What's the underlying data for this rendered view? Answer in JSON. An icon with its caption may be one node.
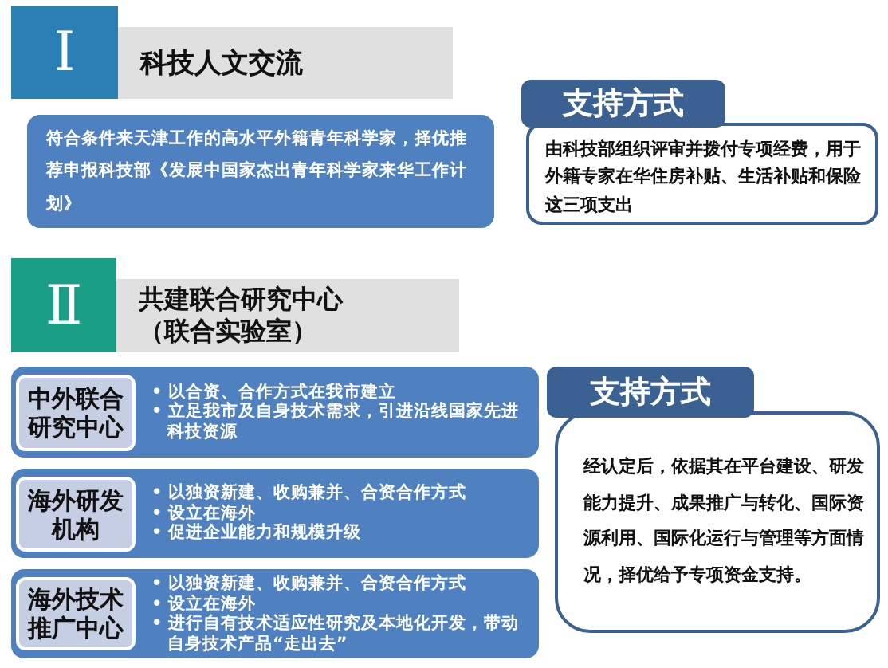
{
  "diagram": {
    "nodes": [
      {
        "text": [
          "Ⅰ"
        ]
      },
      {
        "text": [
          "科技人文交流"
        ]
      },
      {
        "text": [
          "符合条件来天津工作的高水平外籍青年科学家，择优推荐申报科技部《发展中国家杰出青年科学家来华工作计划》"
        ]
      },
      {
        "text": [
          "支持方式"
        ]
      },
      {
        "text": [
          "由科技部组织评审并拨付专项经费，用于外籍专家在华住房补贴、生活补贴和保险这三项支出"
        ]
      },
      {
        "text": [
          "Ⅱ"
        ]
      },
      {
        "text": [
          "共建联合研究中心（联合实验室）"
        ]
      },
      {
        "text": [
          "• 以合资、合作方式在我市建立",
          "• 立足我市及自身技术需求，引进沿线国家先进科技资源"
        ]
      },
      {
        "text": [
          "中外联合研究中心"
        ],
        "in": 7
      },
      {
        "text": [
          "• 以独资新建、收购兼并、合资合作方式",
          "• 设立在海外",
          "• 促进企业能力和规模升级"
        ]
      },
      {
        "text": [
          "海外研发机构"
        ],
        "in": 9
      },
      {
        "text": [
          "• 以独资新建、收购兼并、合资合作方式",
          "• 设立在海外",
          "• 进行自有技术适应性研究及本地化开发，带动自身技术产品“走出去”"
        ]
      },
      {
        "text": [
          "海外技术推广中心"
        ],
        "in": 11
      },
      {
        "text": [
          "支持方式"
        ]
      },
      {
        "text": [
          "经认定后，依据其在平台建设、研发能力提升、成果推广与转化、国际资源利用、国际化运行与管理等方面情况，择优给予专项资金支持。"
        ]
      }
    ],
    "edges": []
  }
}
